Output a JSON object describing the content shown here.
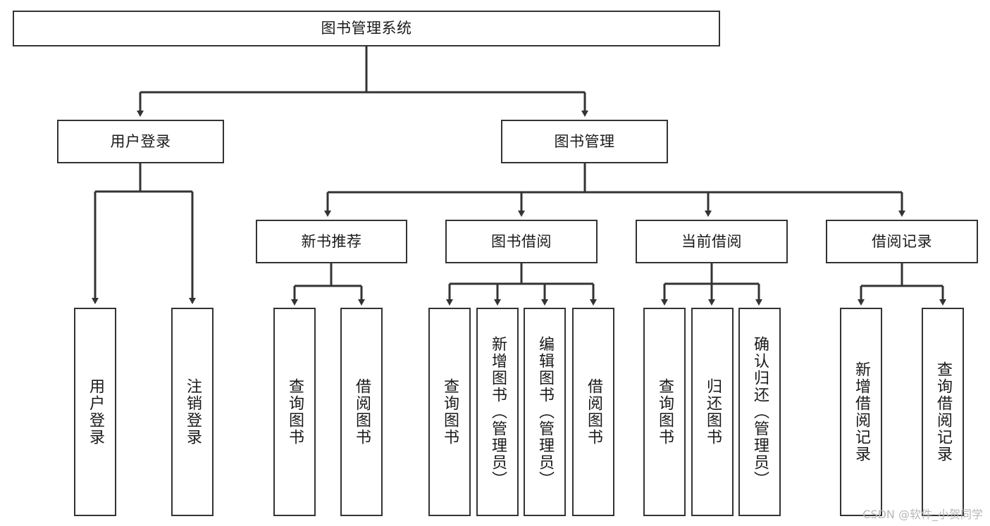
{
  "diagram": {
    "title": "图书管理系统",
    "type": "tree-hierarchy-diagram",
    "watermark": "CSDN @软件_小贺同学",
    "colors": {
      "box_border": "#333333",
      "box_fill": "#ffffff",
      "edge": "#333333",
      "text": "#1a1a1a",
      "watermark": "#b8b8b8",
      "background": "#ffffff"
    }
  },
  "nodes": {
    "root": {
      "label": "图书管理系统"
    },
    "level1": [
      {
        "id": "user-login",
        "label": "用户登录"
      },
      {
        "id": "book-management",
        "label": "图书管理"
      }
    ],
    "level2": [
      {
        "id": "new-book-recommend",
        "label": "新书推荐"
      },
      {
        "id": "book-borrow",
        "label": "图书借阅"
      },
      {
        "id": "current-borrow",
        "label": "当前借阅"
      },
      {
        "id": "borrow-record",
        "label": "借阅记录"
      }
    ],
    "leaves": {
      "user_login": [
        {
          "id": "leaf-user-login",
          "label": "用户登录"
        },
        {
          "id": "leaf-logout-login",
          "label": "注销登录"
        }
      ],
      "new_book_recommend": [
        {
          "id": "leaf-query-book-1",
          "label": "查询图书"
        },
        {
          "id": "leaf-borrow-book-1",
          "label": "借阅图书"
        }
      ],
      "book_borrow": [
        {
          "id": "leaf-query-book-2",
          "label": "查询图书"
        },
        {
          "id": "leaf-add-book",
          "label": "新增图书（管理员）"
        },
        {
          "id": "leaf-edit-book",
          "label": "编辑图书（管理员）"
        },
        {
          "id": "leaf-borrow-book-2",
          "label": "借阅图书"
        }
      ],
      "current_borrow": [
        {
          "id": "leaf-query-book-3",
          "label": "查询图书"
        },
        {
          "id": "leaf-return-book",
          "label": "归还图书"
        },
        {
          "id": "leaf-confirm-return",
          "label": "确认归还（管理员）"
        }
      ],
      "borrow_record": [
        {
          "id": "leaf-add-borrow-record",
          "label": "新增借阅记录"
        },
        {
          "id": "leaf-query-borrow-record",
          "label": "查询借阅记录"
        }
      ]
    }
  }
}
